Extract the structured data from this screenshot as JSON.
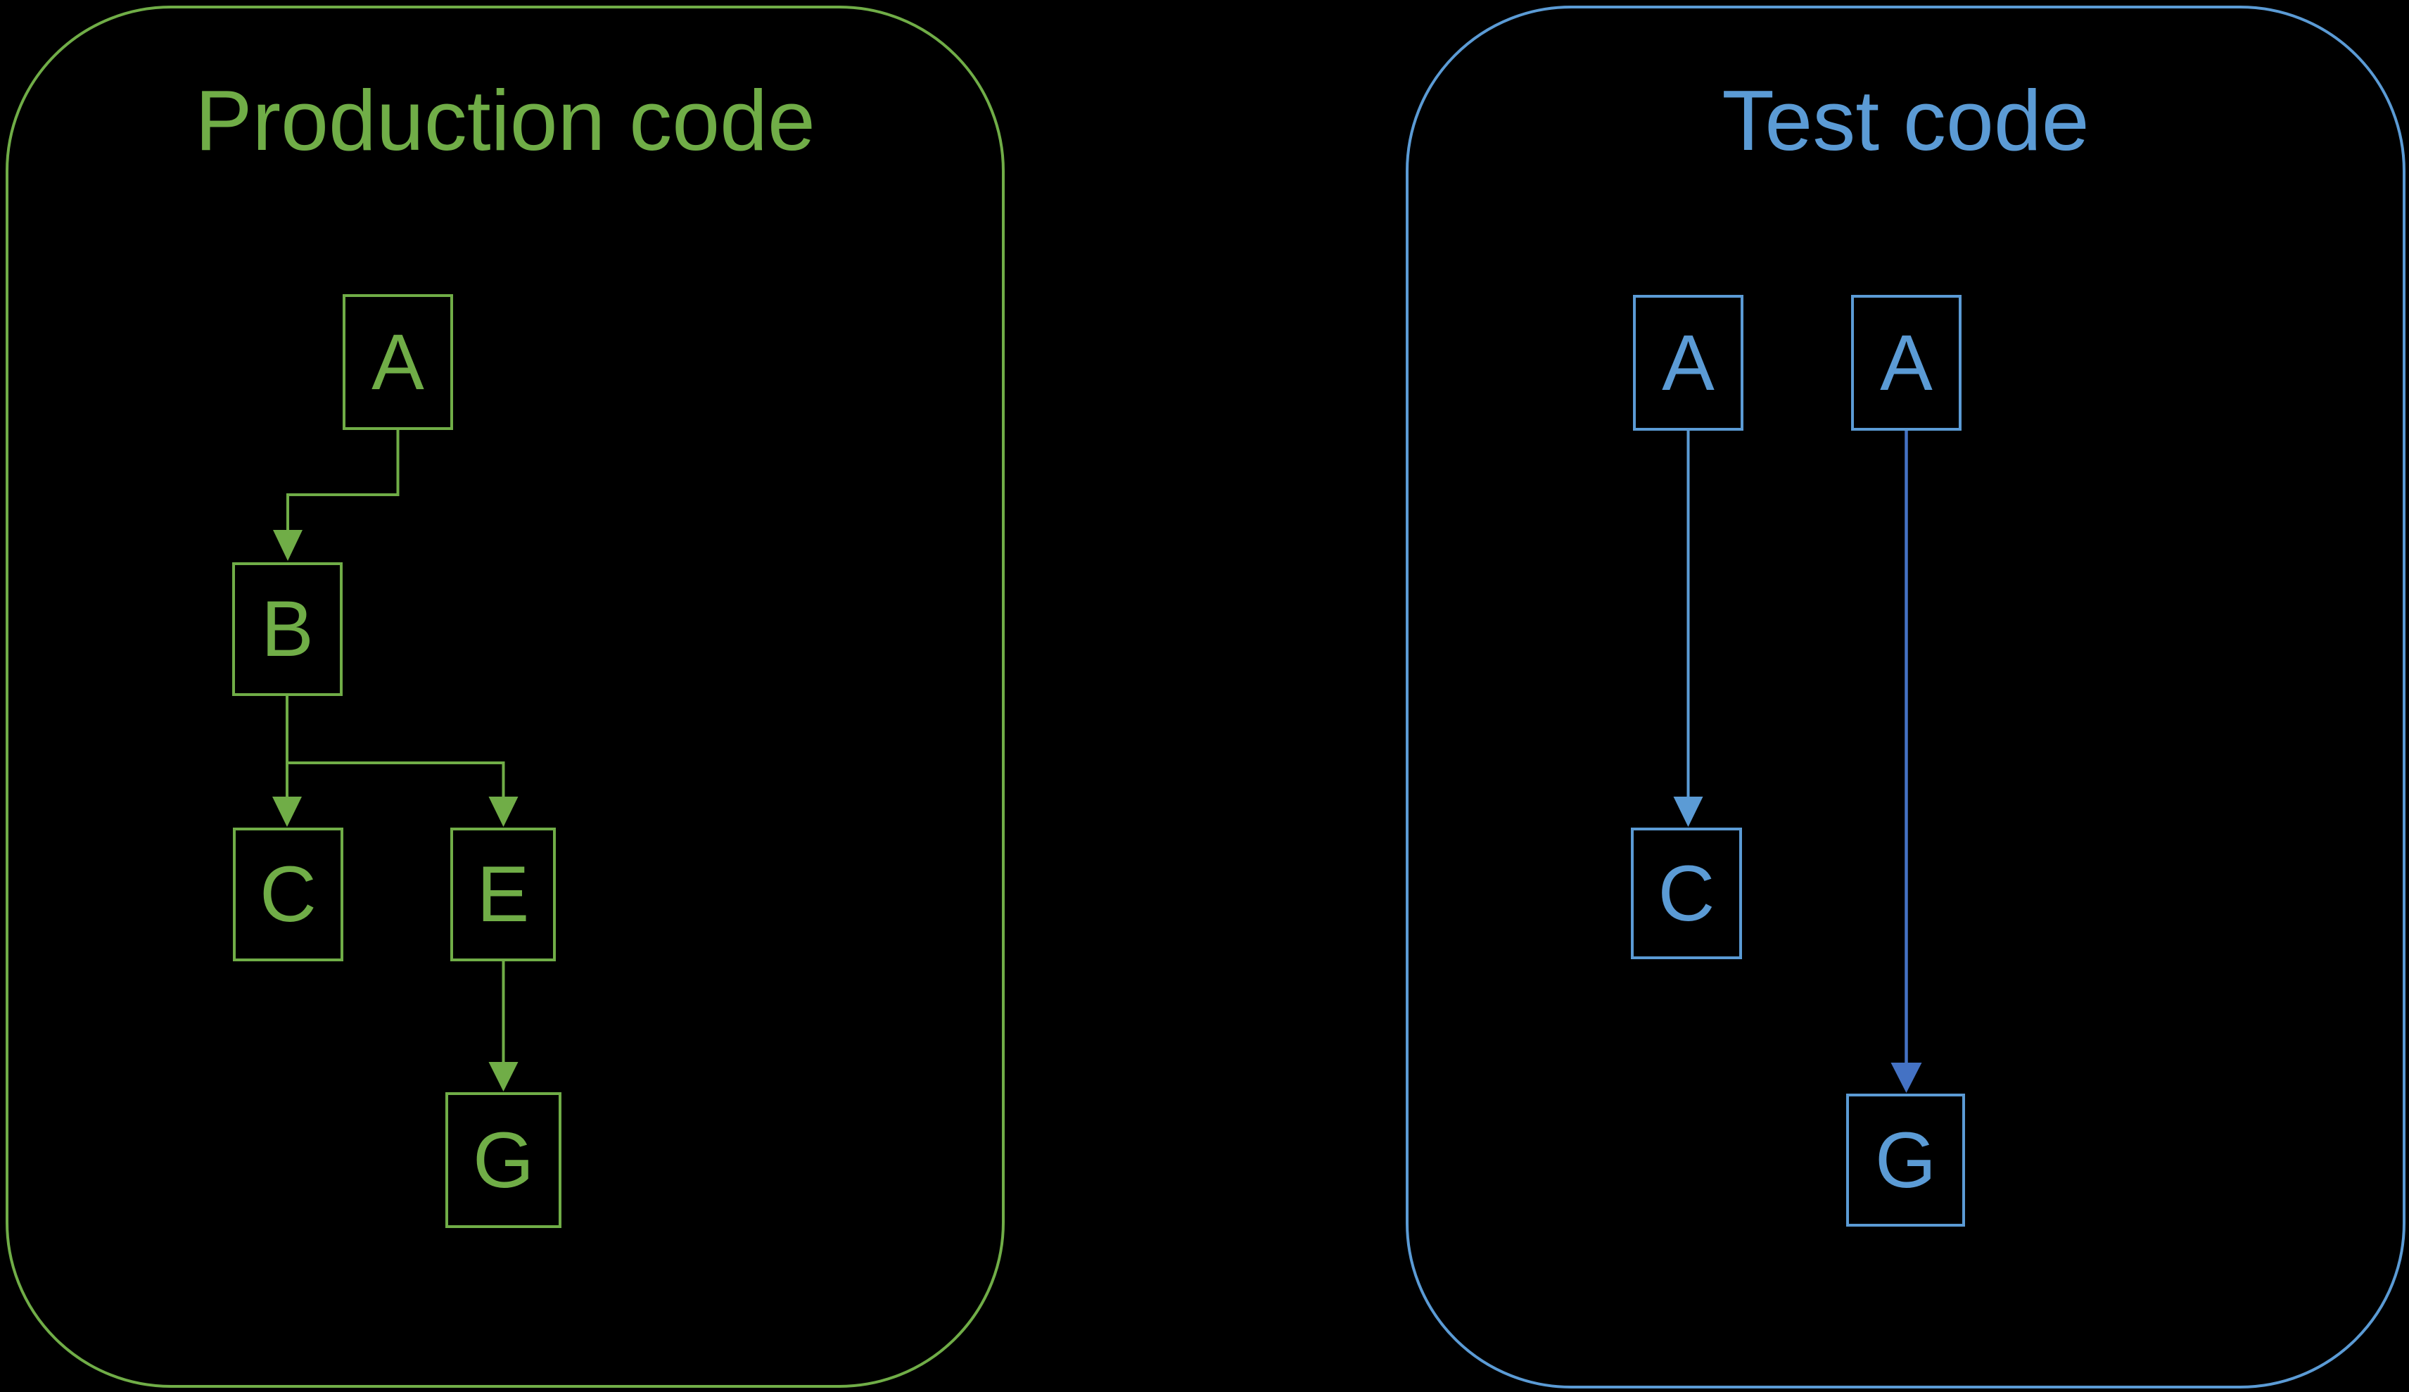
{
  "background_color": "#000000",
  "production": {
    "title": "Production code",
    "color": "#70AD47",
    "nodes": {
      "a": {
        "label": "A"
      },
      "b": {
        "label": "B"
      },
      "c": {
        "label": "C"
      },
      "e": {
        "label": "E"
      },
      "g": {
        "label": "G"
      }
    },
    "edges": [
      {
        "from": "A",
        "to": "B"
      },
      {
        "from": "B",
        "to": "C"
      },
      {
        "from": "B",
        "to": "E"
      },
      {
        "from": "E",
        "to": "G"
      }
    ]
  },
  "test": {
    "title": "Test code",
    "color": "#5B9BD5",
    "accent_edge_color": "#4472C4",
    "nodes": {
      "a1": {
        "label": "A"
      },
      "a2": {
        "label": "A"
      },
      "c": {
        "label": "C"
      },
      "g": {
        "label": "G"
      }
    },
    "edges": [
      {
        "from": "A",
        "to": "C"
      },
      {
        "from": "A",
        "to": "G"
      }
    ]
  }
}
